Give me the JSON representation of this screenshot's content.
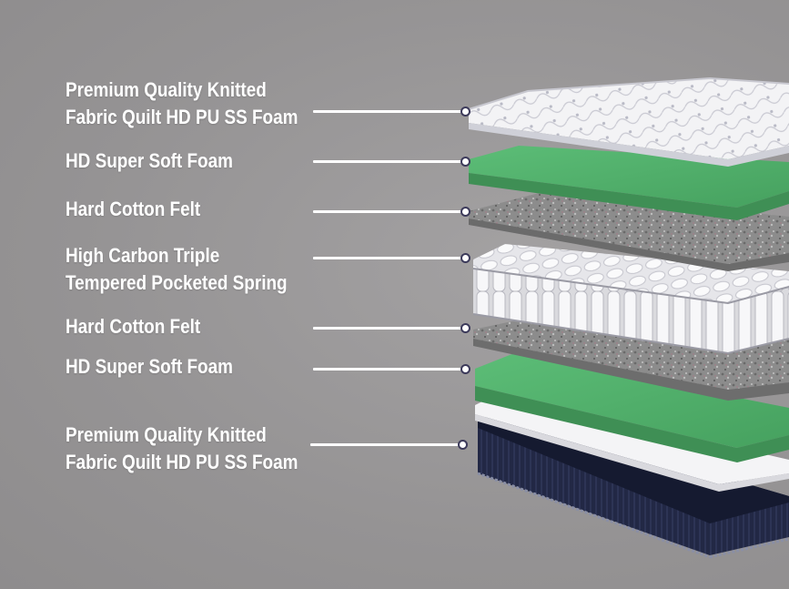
{
  "layers": [
    {
      "lines": [
        "Premium Quality Knitted",
        "Fabric Quilt  HD PU SS Foam"
      ]
    },
    {
      "lines": [
        "HD Super Soft Foam"
      ]
    },
    {
      "lines": [
        "Hard Cotton Felt"
      ]
    },
    {
      "lines": [
        "High Carbon Triple",
        "Tempered Pocketed Spring"
      ]
    },
    {
      "lines": [
        "Hard Cotton Felt"
      ]
    },
    {
      "lines": [
        "HD Super Soft Foam"
      ]
    },
    {
      "lines": [
        "Premium Quality Knitted",
        "Fabric Quilt  HD PU SS Foam"
      ]
    }
  ],
  "colors": {
    "background": "#969495",
    "label_text": "#ffffff",
    "foam_green": "#4fae69",
    "felt_gray": "#8a8a8a",
    "quilt_white": "#f1f1f3",
    "base_navy": "#1f2540"
  }
}
